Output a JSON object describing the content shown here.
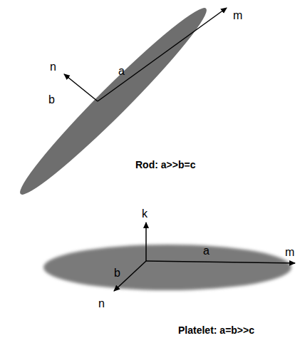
{
  "diagram": {
    "labels": [
      "m",
      "a",
      "n",
      "b",
      "Rod: a>>b=c",
      "k",
      "a",
      "m",
      "b",
      "n",
      "Platelet: a=b>>c"
    ]
  }
}
